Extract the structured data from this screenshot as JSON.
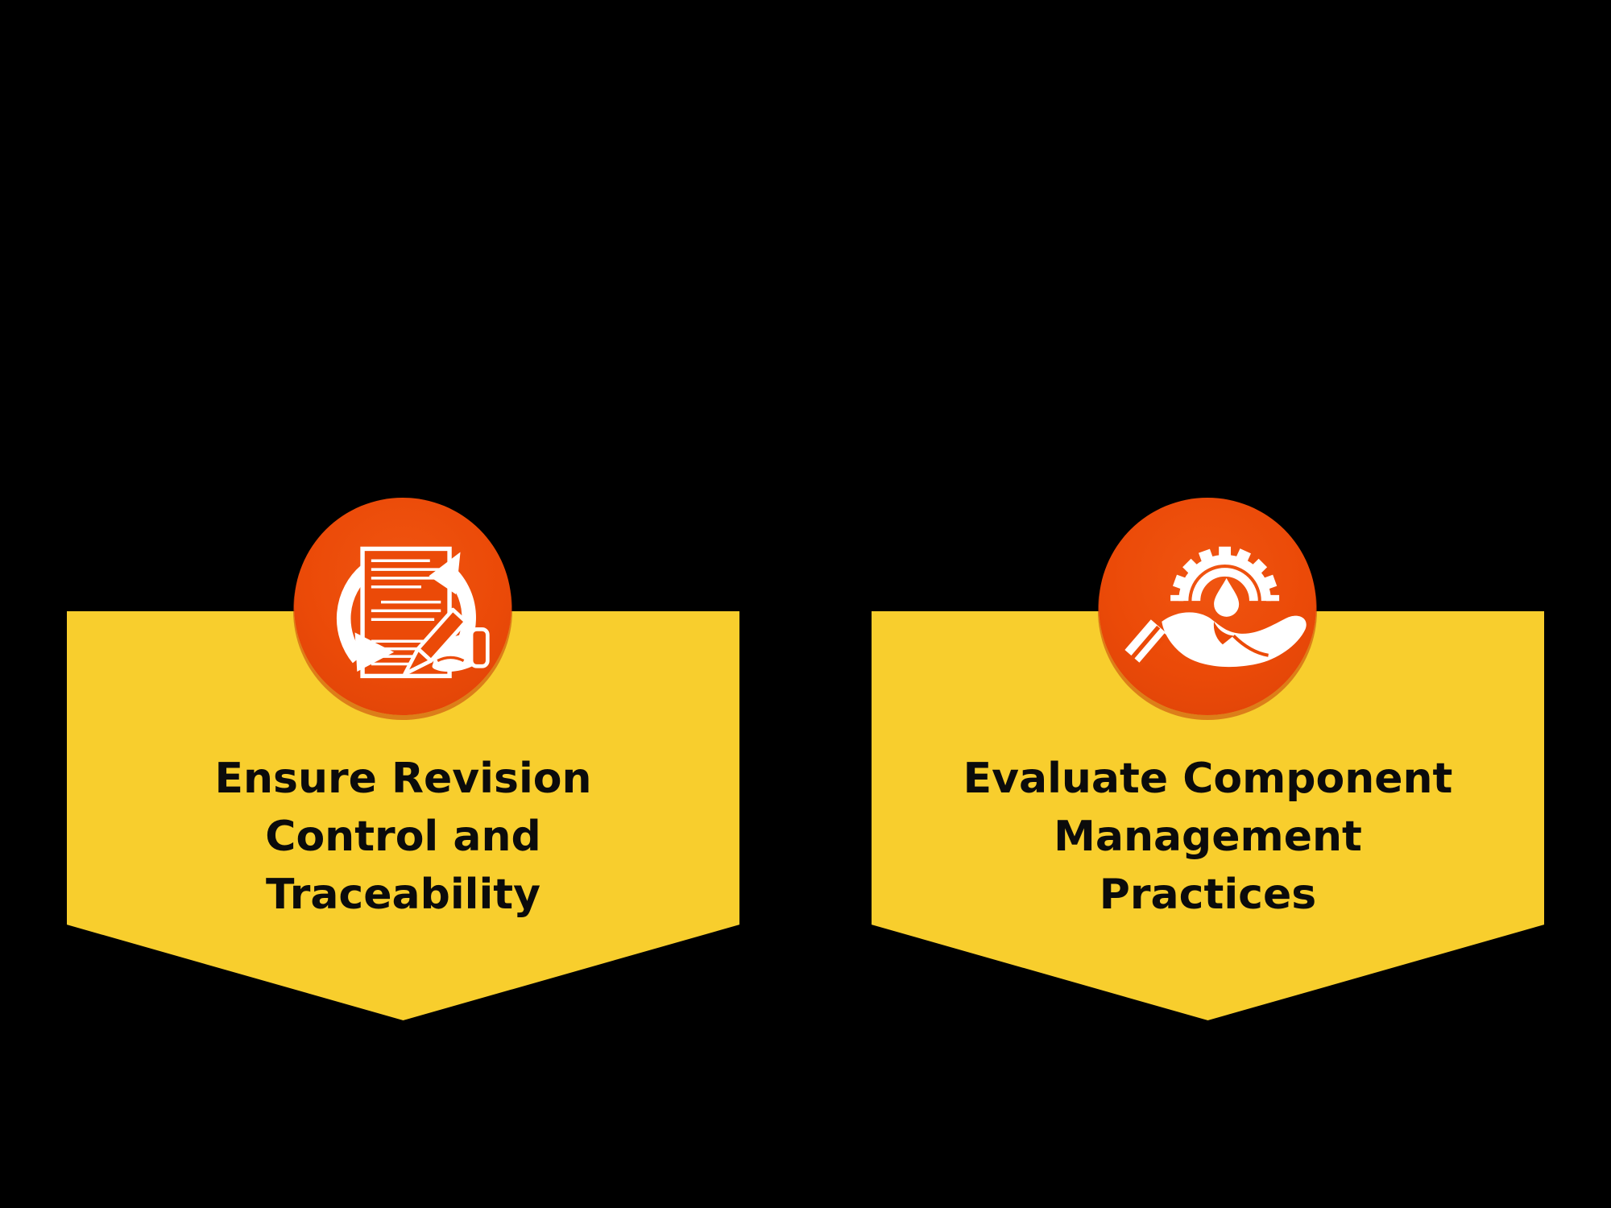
{
  "background": "#000000",
  "colors": {
    "background": "#000000",
    "banner_yellow": "#F8CE2D",
    "icon_orange": "#EB4A08",
    "icon_orange_dark": "#D8430E",
    "icon_glyph_white": "#FFFFFF",
    "title_text": "#0B0B0B"
  },
  "cards": [
    {
      "id": "revision-control",
      "icon": "document-revision-sync-icon",
      "lines": [
        "Ensure Revision",
        "Control and",
        "Traceability"
      ]
    },
    {
      "id": "component-management",
      "icon": "gear-droplet-hand-icon",
      "lines": [
        "Evaluate Component",
        "Management",
        "Practices"
      ]
    }
  ]
}
